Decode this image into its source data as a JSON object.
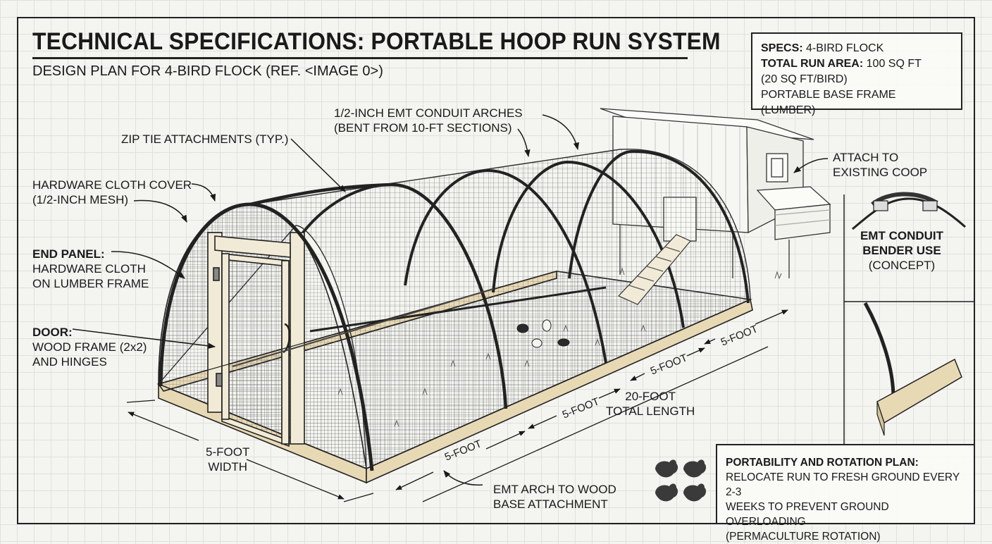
{
  "title": "TECHNICAL SPECIFICATIONS: PORTABLE HOOP RUN SYSTEM",
  "subtitle": "DESIGN PLAN FOR 4-BIRD FLOCK (REF. <IMAGE 0>)",
  "specs": {
    "line1_label": "SPECS:",
    "line1_value": "4-BIRD FLOCK",
    "line2_label": "TOTAL RUN AREA:",
    "line2_value": "100 SQ FT",
    "line3": "(20 SQ FT/BIRD)",
    "line4": "PORTABLE BASE FRAME (LUMBER)"
  },
  "labels": {
    "conduit_arches_1": "1/2-INCH EMT CONDUIT ARCHES",
    "conduit_arches_2": "(BENT FROM 10-FT SECTIONS)",
    "zip_tie": "ZIP TIE ATTACHMENTS (TYP.)",
    "hardware_cloth_1": "HARDWARE CLOTH COVER",
    "hardware_cloth_2": "(1/2-INCH MESH)",
    "end_panel_title": "END PANEL:",
    "end_panel_1": "HARDWARE CLOTH",
    "end_panel_2": "ON LUMBER FRAME",
    "door_title": "DOOR:",
    "door_1": "WOOD FRAME (2x2)",
    "door_2": "AND HINGES",
    "attach_coop_1": "ATTACH TO",
    "attach_coop_2": "EXISTING COOP",
    "width_1": "5-FOOT",
    "width_2": "WIDTH",
    "total_length_1": "20-FOOT",
    "total_length_2": "TOTAL LENGTH",
    "seg_1": "5-FOOT",
    "seg_2": "5-FOOT",
    "seg_3": "5-FOOT",
    "seg_4": "5-FOOT",
    "emt_base_1": "EMT ARCH TO WOOD",
    "emt_base_2": "BASE ATTACHMENT"
  },
  "bender": {
    "title_1": "EMT CONDUIT",
    "title_2": "BENDER USE",
    "subtitle": "(CONCEPT)"
  },
  "plan": {
    "title": "PORTABILITY AND ROTATION PLAN:",
    "line1": "RELOCATE RUN TO FRESH GROUND EVERY 2-3",
    "line2": "WEEKS TO PREVENT GROUND OVERLOADING",
    "line3": "(PERMACULTURE ROTATION)"
  },
  "colors": {
    "ink": "#1a1a1a",
    "paper": "#f4f4f0",
    "wood": "#e8d9b5",
    "grid": "#e0e0dc"
  }
}
